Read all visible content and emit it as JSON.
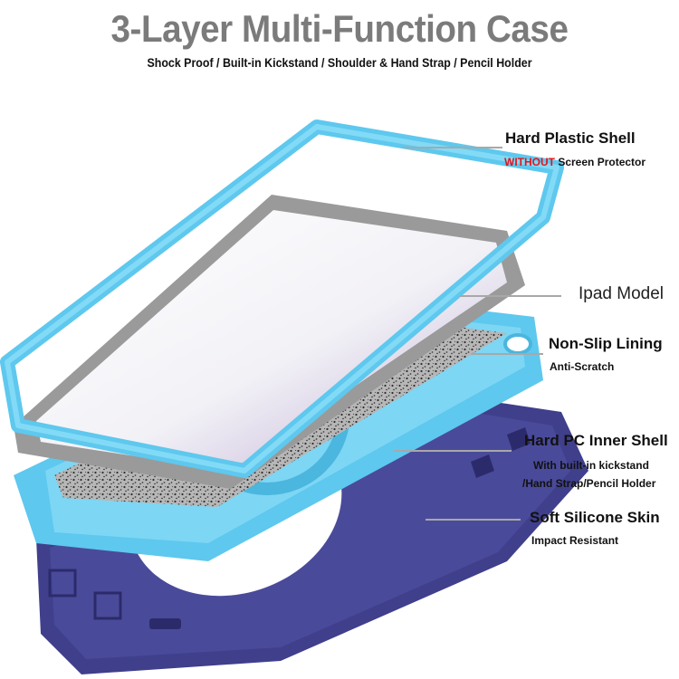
{
  "header": {
    "title": "3-Layer Multi-Function Case",
    "subtitle": "Shock Proof / Built-in Kickstand / Shoulder & Hand Strap / Pencil Holder"
  },
  "colors": {
    "title_gray": "#7b7b7b",
    "highlight_red": "#e3141b",
    "shell_blue": "#5ec8ee",
    "skin_navy": "#3f3f8c",
    "tablet_gray": "#9a9a9a",
    "lining_gray": "#8c8c8c"
  },
  "callouts": [
    {
      "id": "hard-plastic-shell",
      "title": "Hard Plastic Shell",
      "note_highlight": "WITHOUT",
      "note_rest": " Screen Protector"
    },
    {
      "id": "ipad-model",
      "title": "Ipad Model"
    },
    {
      "id": "non-slip-lining",
      "title": "Non-Slip Lining",
      "note": "Anti-Scratch"
    },
    {
      "id": "hard-pc-inner-shell",
      "title": "Hard PC Inner Shell",
      "note_line1": "With built-in kickstand",
      "note_line2": "/Hand Strap/Pencil Holder"
    },
    {
      "id": "soft-silicone-skin",
      "title": "Soft Silicone Skin",
      "note": "Impact Resistant"
    }
  ]
}
